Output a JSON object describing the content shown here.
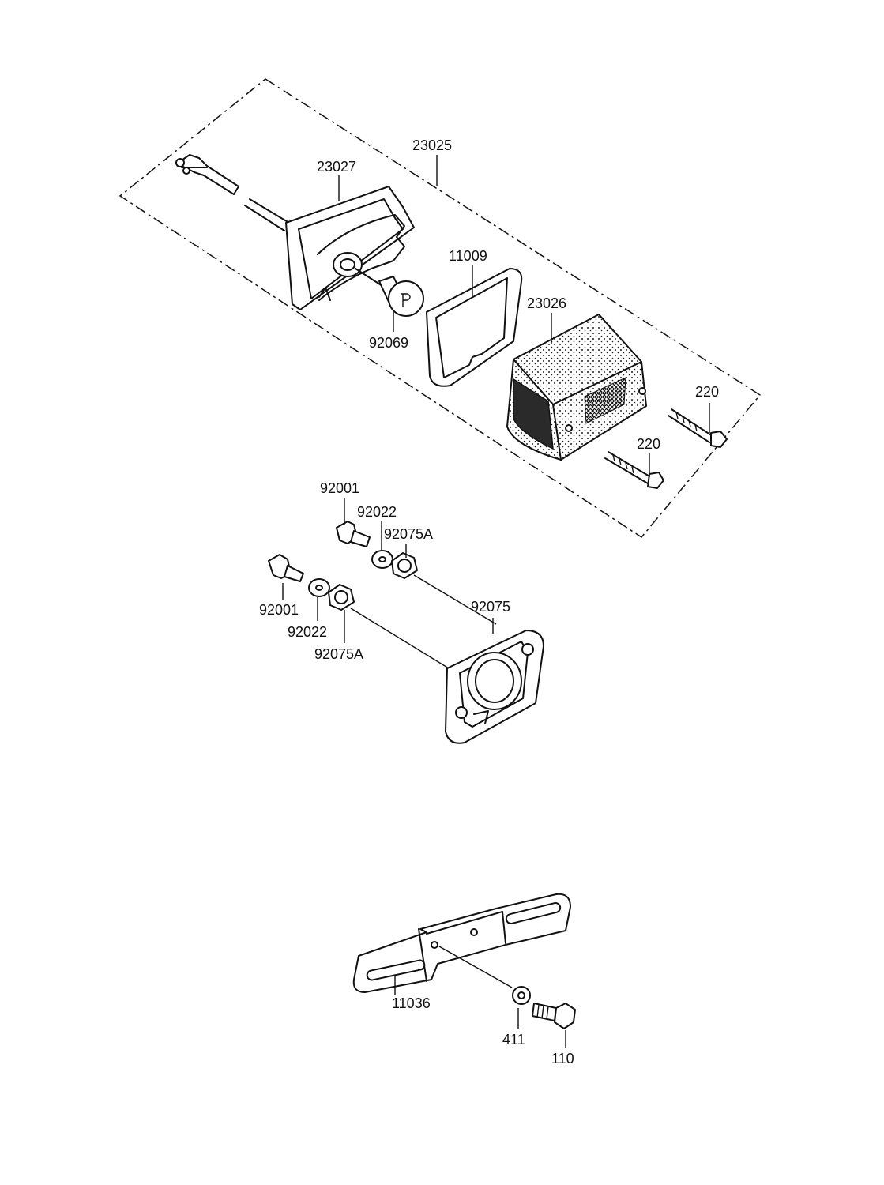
{
  "labels": {
    "p23025": "23025",
    "p23027": "23027",
    "p11009": "11009",
    "p23026": "23026",
    "p92069": "92069",
    "p220_a": "220",
    "p220_b": "220",
    "p92001_a": "92001",
    "p92022_a": "92022",
    "p92075A_a": "92075A",
    "p92001_b": "92001",
    "p92022_b": "92022",
    "p92075A_b": "92075A",
    "p92075": "92075",
    "p11036": "11036",
    "p411": "411",
    "p110": "110"
  },
  "colors": {
    "ink": "#111111",
    "paper": "#ffffff"
  }
}
